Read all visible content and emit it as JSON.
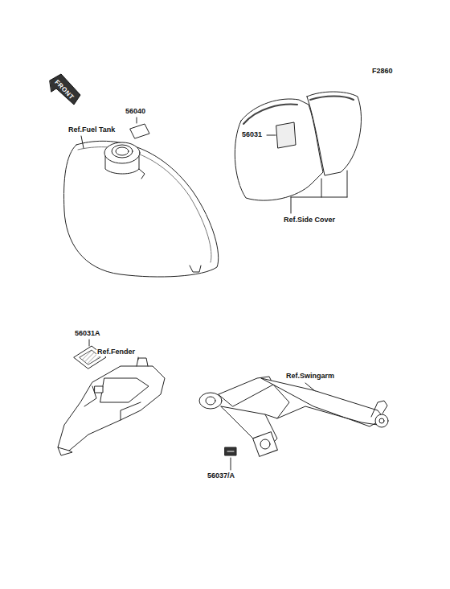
{
  "diagram": {
    "labels": [
      "FRONT",
      "F2860",
      "56040",
      "Ref.Fuel Tank",
      "56031",
      "Ref.Side Cover",
      "56031A",
      "Ref.Fender",
      "Ref.Swingarm",
      "56037/A"
    ]
  }
}
